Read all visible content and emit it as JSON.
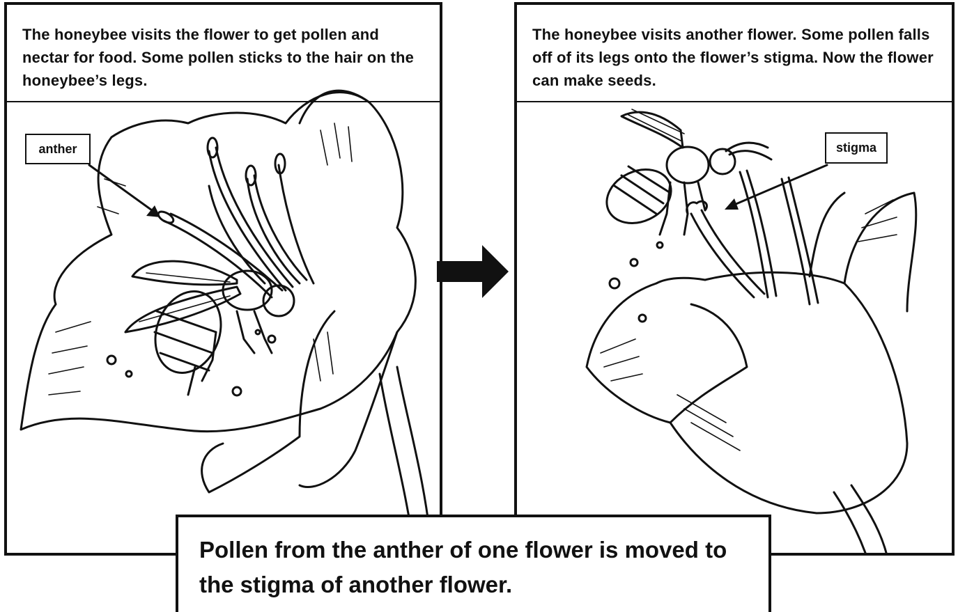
{
  "panels": {
    "left": {
      "caption": "The honeybee visits the flower to get pollen and nectar for food. Some pollen sticks to the hair on the honeybee’s legs.",
      "label": "anther"
    },
    "right": {
      "caption": "The honeybee visits another flower. Some pollen falls off of its legs onto the flower’s stigma. Now the flower can make seeds.",
      "label": "stigma"
    }
  },
  "summary": "Pollen from the anther of one flower is moved to the stigma of another flower.",
  "icons": {
    "arrow": "arrow-right-icon"
  }
}
